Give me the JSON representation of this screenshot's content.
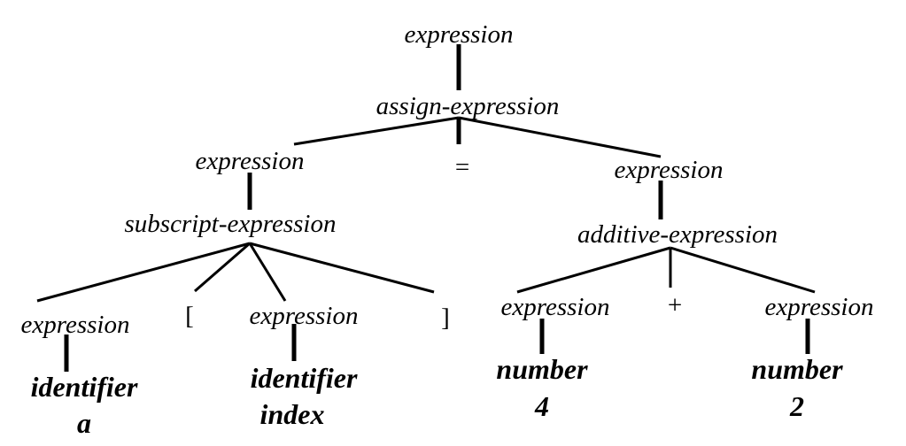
{
  "nodes": {
    "root": "expression",
    "assign": "assign-expression",
    "left_expr": "expression",
    "equals": "=",
    "right_expr": "expression",
    "subscript": "subscript-expression",
    "additive": "additive-expression",
    "sub_expr_a": "expression",
    "lbracket": "[",
    "sub_expr_index": "expression",
    "rbracket": "]",
    "add_expr_4": "expression",
    "plus": "+",
    "add_expr_2": "expression"
  },
  "leaves": {
    "id_a_type": "identifier",
    "id_a_value": "a",
    "id_index_type": "identifier",
    "id_index_value": "index",
    "num_4_type": "number",
    "num_4_value": "4",
    "num_2_type": "number",
    "num_2_value": "2"
  }
}
